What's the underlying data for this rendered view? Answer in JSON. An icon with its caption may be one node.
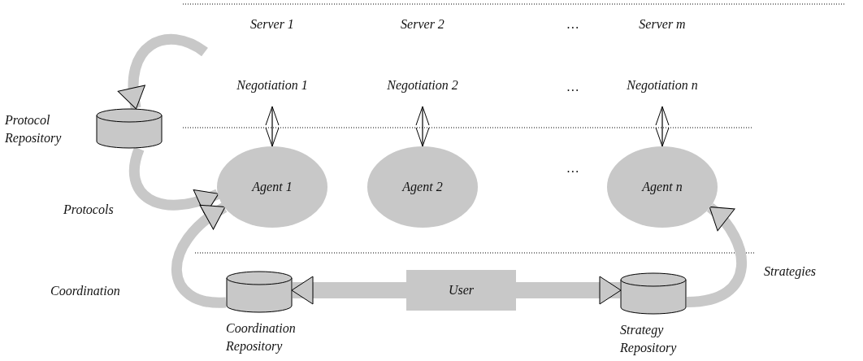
{
  "diagram": {
    "nodes": [
      {
        "text": [
          "Protocol Repository"
        ]
      },
      {
        "text": [
          "Agent 1"
        ]
      },
      {
        "text": [
          "Agent 2"
        ]
      },
      {
        "text": [
          "Agent n"
        ]
      },
      {
        "text": [
          "User"
        ]
      },
      {
        "text": [
          "Coordination Repository"
        ]
      },
      {
        "text": [
          "Strategy Repository"
        ]
      },
      {
        "text": [
          "Negotiation 1"
        ]
      },
      {
        "text": [
          "Negotiation 2"
        ]
      },
      {
        "text": [
          "Negotiation n"
        ]
      }
    ],
    "edges": [
      {
        "from": null,
        "to": 0,
        "arrow": "to"
      },
      {
        "from": 0,
        "to": 1,
        "arrow": "to",
        "label": "Protocols"
      },
      {
        "from": 5,
        "to": 1,
        "arrow": "to",
        "label": "Coordination"
      },
      {
        "from": 6,
        "to": 3,
        "arrow": "to",
        "label": "Strategies"
      },
      {
        "from": 4,
        "to": 5,
        "arrow": "to"
      },
      {
        "from": 4,
        "to": 6,
        "arrow": "to"
      },
      {
        "from": 7,
        "to": 1,
        "arrow": "both",
        "color": "#000000"
      },
      {
        "from": 8,
        "to": 2,
        "arrow": "both",
        "color": "#000000"
      },
      {
        "from": 9,
        "to": 3,
        "arrow": "both",
        "color": "#000000"
      }
    ],
    "labels": [
      "Server 1",
      "Server 2",
      "…",
      "Server m",
      "…",
      "…"
    ]
  }
}
